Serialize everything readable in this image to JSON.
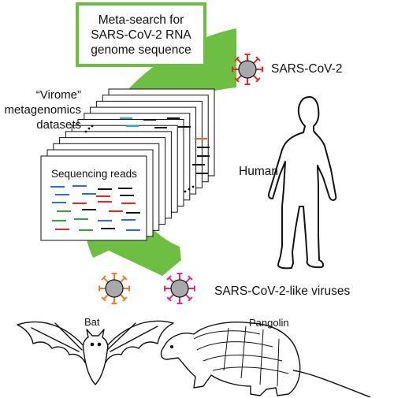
{
  "search_box": {
    "line1": "Meta-search for",
    "line2": "SARS-CoV-2 RNA",
    "line3": "genome sequence"
  },
  "datasets_label": {
    "line1": "“Virome”",
    "line2": "metagenomics",
    "line3": "datasets"
  },
  "reads_label": "Sequencing reads",
  "ellipsis_top": "...",
  "ellipsis_bottom": "...",
  "sars_label": "SARS-CoV-2",
  "human_label": "Human",
  "like_viruses_label": "SARS-CoV-2-like viruses",
  "bat_label": "Bat",
  "pangolin_label": "Pangolin",
  "colors": {
    "arrow_green": "#6fbe44",
    "virus_body": "#a7a9ac",
    "spike_red": "#e8262b",
    "spike_orange": "#f07b2a",
    "spike_magenta": "#e0288c",
    "read_blue": "#2a6fd6",
    "read_red": "#e8262b",
    "read_green": "#3aa13a",
    "read_cyan": "#27a8e0",
    "read_orange": "#e06a2a"
  }
}
